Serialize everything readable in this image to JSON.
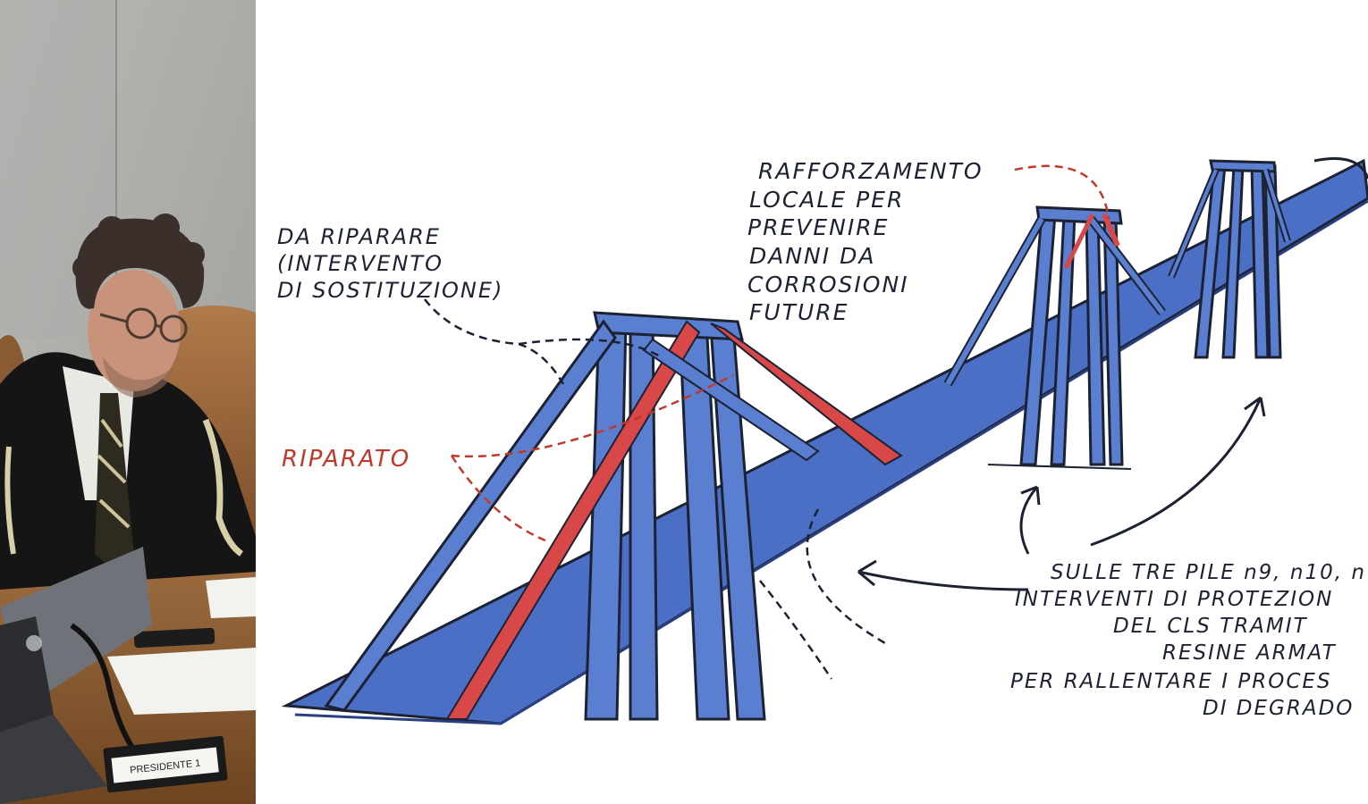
{
  "photo": {
    "nameplate": "PRESIDENTE 1"
  },
  "sketch": {
    "label_repair": [
      "DA RIPARARE",
      "(INTERVENTO",
      "DI SOSTITUZIONE)"
    ],
    "label_repaired": "RIPARATO",
    "label_reinforce": [
      "RAFFORZAMENTO",
      "LOCALE PER",
      "PREVENIRE",
      "DANNI DA",
      "CORROSIONI",
      "FUTURE"
    ],
    "label_piles": [
      "SULLE TRE PILE n9, n10, n",
      "INTERVENTI DI PROTEZION",
      "DEL CLS TRAMIT",
      "RESINE ARMAT",
      "PER RALLENTARE I PROCES",
      "DI DEGRADO"
    ],
    "colors": {
      "deck": "#4a6fc4",
      "tower": "#5a7fd0",
      "stay_repaired": "#d94848",
      "ink": "#1d2233",
      "annotation_red": "#c0392b"
    }
  }
}
